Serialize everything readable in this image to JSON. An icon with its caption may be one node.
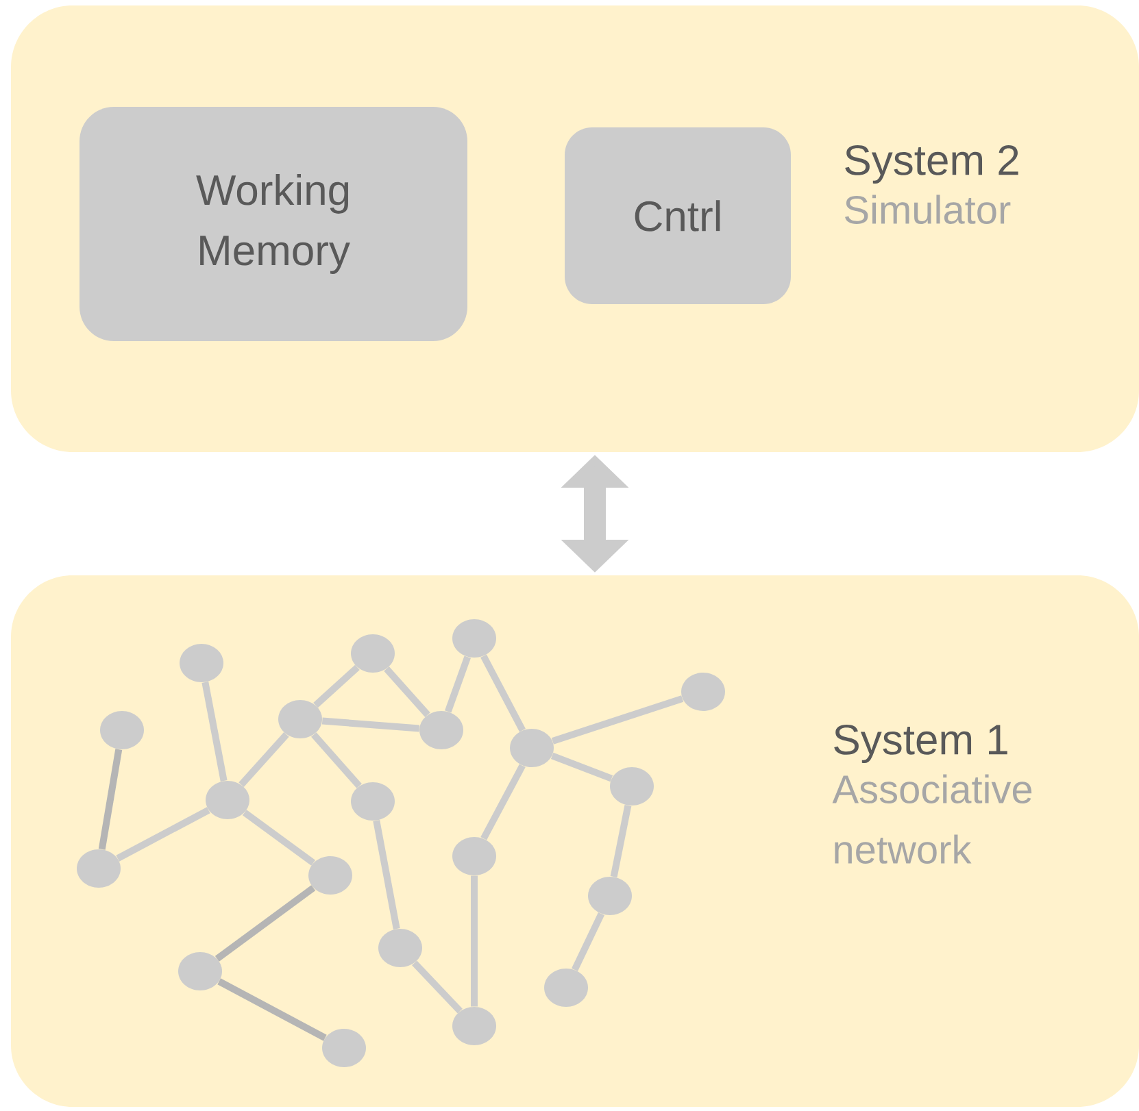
{
  "diagram": {
    "nodes": [
      {
        "text": [
          "System 2",
          "Simulator"
        ]
      },
      {
        "text": [
          "Working Memory"
        ],
        "in": 0
      },
      {
        "text": [
          "Cntrl"
        ],
        "in": 0
      },
      {
        "text": [
          "System 1",
          "Associative network"
        ]
      },
      {
        "text": [],
        "shape": "circle",
        "in": 3
      },
      {
        "text": [],
        "shape": "circle",
        "in": 3
      },
      {
        "text": [],
        "shape": "circle",
        "in": 3
      },
      {
        "text": [],
        "shape": "circle",
        "in": 3
      },
      {
        "text": [],
        "shape": "circle",
        "in": 3
      },
      {
        "text": [],
        "shape": "circle",
        "in": 3
      },
      {
        "text": [],
        "shape": "circle",
        "in": 3
      },
      {
        "text": [],
        "shape": "circle",
        "in": 3
      },
      {
        "text": [],
        "shape": "circle",
        "in": 3
      },
      {
        "text": [],
        "shape": "circle",
        "in": 3
      },
      {
        "text": [],
        "shape": "circle",
        "in": 3
      },
      {
        "text": [],
        "shape": "circle",
        "in": 3
      },
      {
        "text": [],
        "shape": "circle",
        "in": 3
      },
      {
        "text": [],
        "shape": "circle",
        "in": 3
      },
      {
        "text": [],
        "shape": "circle",
        "in": 3
      },
      {
        "text": [],
        "shape": "circle",
        "in": 3
      },
      {
        "text": [],
        "shape": "circle",
        "in": 3
      },
      {
        "text": [],
        "shape": "circle",
        "in": 3
      },
      {
        "text": [],
        "shape": "circle",
        "in": 3
      },
      {
        "text": [],
        "shape": "circle",
        "in": 3
      }
    ],
    "edges": [
      {
        "from": 0,
        "to": 3,
        "arrow": "both",
        "style": "thick"
      },
      {
        "from": 9,
        "to": 16,
        "arrow": "none",
        "color": "#b5b5b5"
      },
      {
        "from": 6,
        "to": 13,
        "arrow": "none"
      },
      {
        "from": 16,
        "to": 13,
        "arrow": "none"
      },
      {
        "from": 13,
        "to": 8,
        "arrow": "none"
      },
      {
        "from": 13,
        "to": 17,
        "arrow": "none"
      },
      {
        "from": 17,
        "to": 20,
        "arrow": "none",
        "color": "#b5b5b5"
      },
      {
        "from": 20,
        "to": 23,
        "arrow": "none",
        "color": "#b5b5b5"
      },
      {
        "from": 8,
        "to": 5,
        "arrow": "none"
      },
      {
        "from": 8,
        "to": 10,
        "arrow": "none"
      },
      {
        "from": 5,
        "to": 10,
        "arrow": "none"
      },
      {
        "from": 8,
        "to": 14,
        "arrow": "none"
      },
      {
        "from": 14,
        "to": 19,
        "arrow": "none"
      },
      {
        "from": 19,
        "to": 22,
        "arrow": "none"
      },
      {
        "from": 10,
        "to": 4,
        "arrow": "none"
      },
      {
        "from": 4,
        "to": 11,
        "arrow": "none"
      },
      {
        "from": 11,
        "to": 7,
        "arrow": "none"
      },
      {
        "from": 11,
        "to": 12,
        "arrow": "none"
      },
      {
        "from": 11,
        "to": 15,
        "arrow": "none"
      },
      {
        "from": 15,
        "to": 22,
        "arrow": "none"
      },
      {
        "from": 12,
        "to": 18,
        "arrow": "none"
      },
      {
        "from": 18,
        "to": 21,
        "arrow": "none"
      }
    ]
  }
}
